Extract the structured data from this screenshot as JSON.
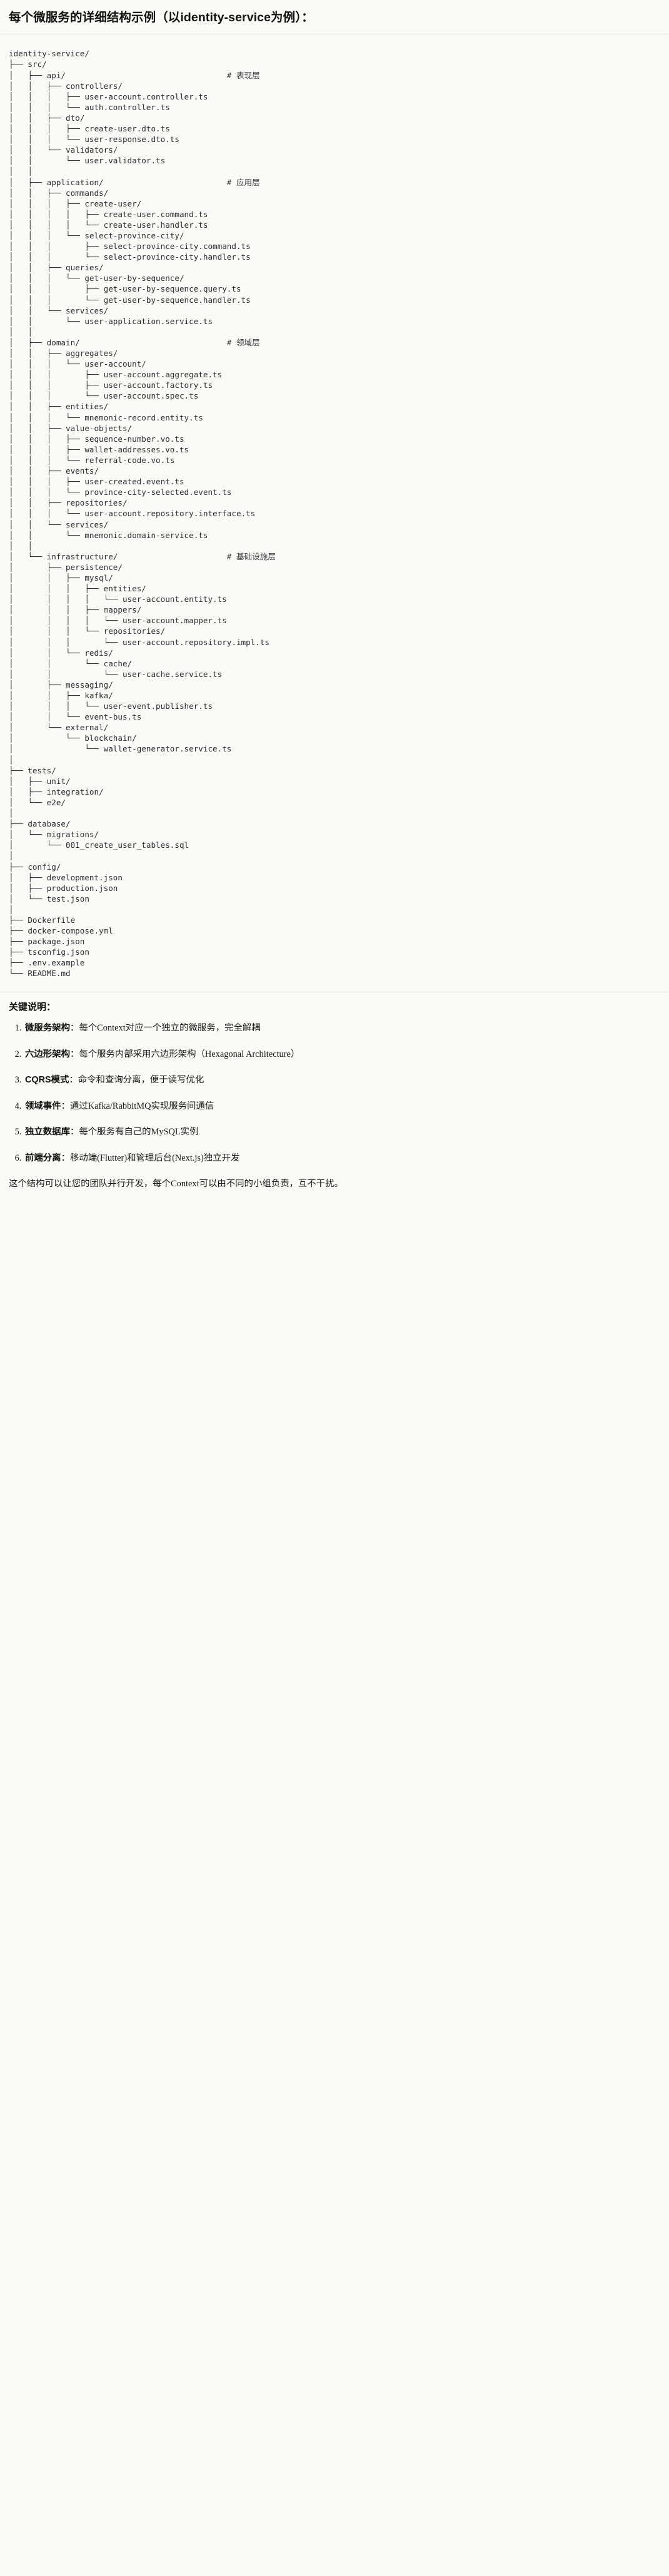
{
  "header": {
    "title": "每个微服务的详细结构示例（以identity-service为例）："
  },
  "tree": {
    "comment_column": 46,
    "lines": [
      {
        "text": "identity-service/",
        "comment": ""
      },
      {
        "text": "├── src/",
        "comment": ""
      },
      {
        "text": "│   ├── api/",
        "comment": "# 表现层"
      },
      {
        "text": "│   │   ├── controllers/",
        "comment": ""
      },
      {
        "text": "│   │   │   ├── user-account.controller.ts",
        "comment": ""
      },
      {
        "text": "│   │   │   └── auth.controller.ts",
        "comment": ""
      },
      {
        "text": "│   │   ├── dto/",
        "comment": ""
      },
      {
        "text": "│   │   │   ├── create-user.dto.ts",
        "comment": ""
      },
      {
        "text": "│   │   │   └── user-response.dto.ts",
        "comment": ""
      },
      {
        "text": "│   │   └── validators/",
        "comment": ""
      },
      {
        "text": "│   │       └── user.validator.ts",
        "comment": ""
      },
      {
        "text": "│   │",
        "comment": ""
      },
      {
        "text": "│   ├── application/",
        "comment": "# 应用层"
      },
      {
        "text": "│   │   ├── commands/",
        "comment": ""
      },
      {
        "text": "│   │   │   ├── create-user/",
        "comment": ""
      },
      {
        "text": "│   │   │   │   ├── create-user.command.ts",
        "comment": ""
      },
      {
        "text": "│   │   │   │   └── create-user.handler.ts",
        "comment": ""
      },
      {
        "text": "│   │   │   └── select-province-city/",
        "comment": ""
      },
      {
        "text": "│   │   │       ├── select-province-city.command.ts",
        "comment": ""
      },
      {
        "text": "│   │   │       └── select-province-city.handler.ts",
        "comment": ""
      },
      {
        "text": "│   │   ├── queries/",
        "comment": ""
      },
      {
        "text": "│   │   │   └── get-user-by-sequence/",
        "comment": ""
      },
      {
        "text": "│   │   │       ├── get-user-by-sequence.query.ts",
        "comment": ""
      },
      {
        "text": "│   │   │       └── get-user-by-sequence.handler.ts",
        "comment": ""
      },
      {
        "text": "│   │   └── services/",
        "comment": ""
      },
      {
        "text": "│   │       └── user-application.service.ts",
        "comment": ""
      },
      {
        "text": "│   │",
        "comment": ""
      },
      {
        "text": "│   ├── domain/",
        "comment": "# 领域层"
      },
      {
        "text": "│   │   ├── aggregates/",
        "comment": ""
      },
      {
        "text": "│   │   │   └── user-account/",
        "comment": ""
      },
      {
        "text": "│   │   │       ├── user-account.aggregate.ts",
        "comment": ""
      },
      {
        "text": "│   │   │       ├── user-account.factory.ts",
        "comment": ""
      },
      {
        "text": "│   │   │       └── user-account.spec.ts",
        "comment": ""
      },
      {
        "text": "│   │   ├── entities/",
        "comment": ""
      },
      {
        "text": "│   │   │   └── mnemonic-record.entity.ts",
        "comment": ""
      },
      {
        "text": "│   │   ├── value-objects/",
        "comment": ""
      },
      {
        "text": "│   │   │   ├── sequence-number.vo.ts",
        "comment": ""
      },
      {
        "text": "│   │   │   ├── wallet-addresses.vo.ts",
        "comment": ""
      },
      {
        "text": "│   │   │   └── referral-code.vo.ts",
        "comment": ""
      },
      {
        "text": "│   │   ├── events/",
        "comment": ""
      },
      {
        "text": "│   │   │   ├── user-created.event.ts",
        "comment": ""
      },
      {
        "text": "│   │   │   └── province-city-selected.event.ts",
        "comment": ""
      },
      {
        "text": "│   │   ├── repositories/",
        "comment": ""
      },
      {
        "text": "│   │   │   └── user-account.repository.interface.ts",
        "comment": ""
      },
      {
        "text": "│   │   └── services/",
        "comment": ""
      },
      {
        "text": "│   │       └── mnemonic.domain-service.ts",
        "comment": ""
      },
      {
        "text": "│   │",
        "comment": ""
      },
      {
        "text": "│   └── infrastructure/",
        "comment": "# 基础设施层"
      },
      {
        "text": "│       ├── persistence/",
        "comment": ""
      },
      {
        "text": "│       │   ├── mysql/",
        "comment": ""
      },
      {
        "text": "│       │   │   ├── entities/",
        "comment": ""
      },
      {
        "text": "│       │   │   │   └── user-account.entity.ts",
        "comment": ""
      },
      {
        "text": "│       │   │   ├── mappers/",
        "comment": ""
      },
      {
        "text": "│       │   │   │   └── user-account.mapper.ts",
        "comment": ""
      },
      {
        "text": "│       │   │   └── repositories/",
        "comment": ""
      },
      {
        "text": "│       │   │       └── user-account.repository.impl.ts",
        "comment": ""
      },
      {
        "text": "│       │   └── redis/",
        "comment": ""
      },
      {
        "text": "│       │       └── cache/",
        "comment": ""
      },
      {
        "text": "│       │           └── user-cache.service.ts",
        "comment": ""
      },
      {
        "text": "│       ├── messaging/",
        "comment": ""
      },
      {
        "text": "│       │   ├── kafka/",
        "comment": ""
      },
      {
        "text": "│       │   │   └── user-event.publisher.ts",
        "comment": ""
      },
      {
        "text": "│       │   └── event-bus.ts",
        "comment": ""
      },
      {
        "text": "│       └── external/",
        "comment": ""
      },
      {
        "text": "│           └── blockchain/",
        "comment": ""
      },
      {
        "text": "│               └── wallet-generator.service.ts",
        "comment": ""
      },
      {
        "text": "│",
        "comment": ""
      },
      {
        "text": "├── tests/",
        "comment": ""
      },
      {
        "text": "│   ├── unit/",
        "comment": ""
      },
      {
        "text": "│   ├── integration/",
        "comment": ""
      },
      {
        "text": "│   └── e2e/",
        "comment": ""
      },
      {
        "text": "│",
        "comment": ""
      },
      {
        "text": "├── database/",
        "comment": ""
      },
      {
        "text": "│   └── migrations/",
        "comment": ""
      },
      {
        "text": "│       └── 001_create_user_tables.sql",
        "comment": ""
      },
      {
        "text": "│",
        "comment": ""
      },
      {
        "text": "├── config/",
        "comment": ""
      },
      {
        "text": "│   ├── development.json",
        "comment": ""
      },
      {
        "text": "│   ├── production.json",
        "comment": ""
      },
      {
        "text": "│   └── test.json",
        "comment": ""
      },
      {
        "text": "│",
        "comment": ""
      },
      {
        "text": "├── Dockerfile",
        "comment": ""
      },
      {
        "text": "├── docker-compose.yml",
        "comment": ""
      },
      {
        "text": "├── package.json",
        "comment": ""
      },
      {
        "text": "├── tsconfig.json",
        "comment": ""
      },
      {
        "text": "├── .env.example",
        "comment": ""
      },
      {
        "text": "└── README.md",
        "comment": ""
      }
    ]
  },
  "notes": {
    "title": "关键说明：",
    "items": [
      {
        "term": "微服务架构",
        "sep": "：",
        "desc": "每个Context对应一个独立的微服务，完全解耦"
      },
      {
        "term": "六边形架构",
        "sep": "：",
        "desc": "每个服务内部采用六边形架构（Hexagonal Architecture）"
      },
      {
        "term": "CQRS模式",
        "sep": "：",
        "desc": "命令和查询分离，便于读写优化"
      },
      {
        "term": "领域事件",
        "sep": "：",
        "desc": "通过Kafka/RabbitMQ实现服务间通信"
      },
      {
        "term": "独立数据库",
        "sep": "：",
        "desc": "每个服务有自己的MySQL实例"
      },
      {
        "term": "前端分离",
        "sep": "：",
        "desc": "移动端(Flutter)和管理后台(Next.js)独立开发"
      }
    ],
    "closing": "这个结构可以让您的团队并行开发，每个Context可以由不同的小组负责，互不干扰。"
  }
}
